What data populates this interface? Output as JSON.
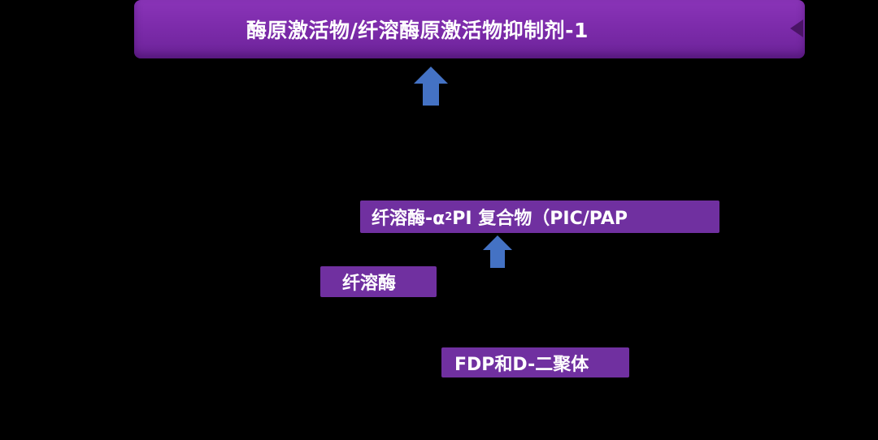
{
  "banner": {
    "text": "酶原激活物/纤溶酶原激活物抑制剂-1"
  },
  "nodes": {
    "pic": {
      "prefix": "纤溶酶-α",
      "subscript": "2",
      "suffix": "PI 复合物（PIC/PAP"
    },
    "plasmin": {
      "text": "纤溶酶"
    },
    "fdp": {
      "text": "FDP和D-二聚体"
    }
  },
  "colors": {
    "background": "#000000",
    "box_fill": "#7030a0",
    "arrow_fill": "#4472c4",
    "text": "#ffffff"
  },
  "icons": {
    "arrows": [
      "up-arrow-icon",
      "up-arrow-icon"
    ]
  }
}
